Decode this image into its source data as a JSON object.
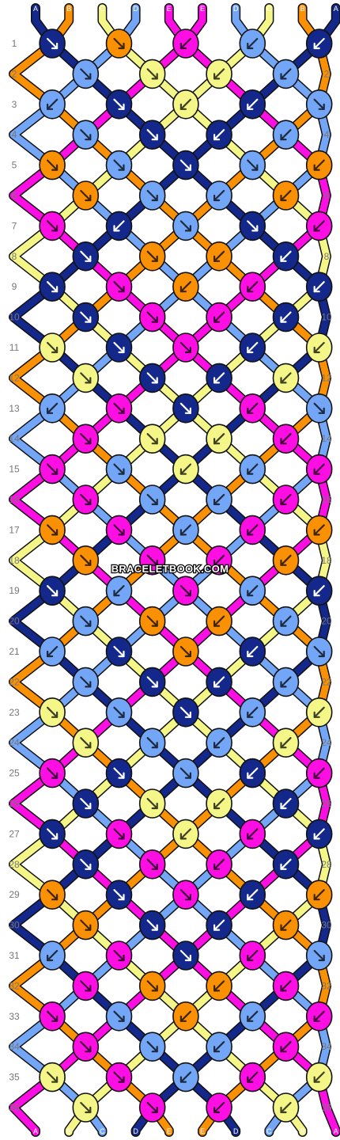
{
  "watermark": "BRACELETBOOK.COM",
  "colors": {
    "A": "#13288a",
    "B": "#fa9105",
    "C": "#f4f688",
    "D": "#74a6f7",
    "E": "#fd0ee3"
  },
  "strands_top": [
    "A",
    "B",
    "C",
    "D",
    "E",
    "E",
    "D",
    "C",
    "B",
    "A"
  ],
  "strands_bottom": [
    "A",
    "B",
    "C",
    "D",
    "E",
    "E",
    "D",
    "C",
    "B",
    "A"
  ],
  "row_labels": [
    "1",
    "2",
    "3",
    "4",
    "5",
    "6",
    "7",
    "8",
    "9",
    "10",
    "11",
    "12",
    "13",
    "14",
    "15",
    "16",
    "17",
    "18",
    "19",
    "20",
    "21",
    "22",
    "23",
    "24",
    "25",
    "26",
    "27",
    "28",
    "29",
    "30",
    "31",
    "32",
    "33",
    "34",
    "35",
    "36"
  ],
  "knots": [
    [
      "A:se",
      "B:se",
      "E:sw",
      "D:sw",
      "A:sw"
    ],
    [
      "D:se",
      "C:se",
      "C:sw",
      "D:sw"
    ],
    [
      "D:sw",
      "A:se",
      "C:sw",
      "A:sw",
      "D:se"
    ],
    [
      "D:se",
      "A:se",
      "A:sw",
      "D:sw"
    ],
    [
      "B:se",
      "D:se",
      "A:se",
      "D:se",
      "B:sw"
    ],
    [
      "B:se",
      "D:se",
      "D:sw",
      "B:sw"
    ],
    [
      "E:se",
      "A:sw",
      "D:se",
      "A:se",
      "E:sw"
    ],
    [
      "A:se",
      "B:se",
      "B:sw",
      "A:sw"
    ],
    [
      "A:se",
      "E:se",
      "B:sw",
      "E:sw",
      "A:sw"
    ],
    [
      "A:se",
      "E:se",
      "E:sw",
      "A:sw"
    ],
    [
      "C:se",
      "A:se",
      "E:se",
      "A:sw",
      "C:sw"
    ],
    [
      "C:se",
      "A:se",
      "A:sw",
      "C:sw"
    ],
    [
      "D:sw",
      "E:se",
      "A:se",
      "E:sw",
      "D:se"
    ],
    [
      "E:se",
      "C:se",
      "C:sw",
      "E:sw"
    ],
    [
      "E:se",
      "D:se",
      "C:sw",
      "D:sw",
      "E:sw"
    ],
    [
      "E:se",
      "D:se",
      "D:sw",
      "E:sw"
    ],
    [
      "B:se",
      "E:se",
      "D:sw",
      "E:sw",
      "B:sw"
    ],
    [
      "B:se",
      "E:se",
      "E:sw",
      "B:sw"
    ],
    [
      "A:se",
      "D:sw",
      "E:se",
      "D:sw",
      "A:sw"
    ],
    [
      "D:se",
      "B:se",
      "B:sw",
      "D:sw"
    ],
    [
      "D:sw",
      "A:se",
      "B:se",
      "A:sw",
      "D:se"
    ],
    [
      "D:se",
      "A:se",
      "A:sw",
      "D:sw"
    ],
    [
      "C:se",
      "D:se",
      "A:se",
      "D:sw",
      "C:sw"
    ],
    [
      "C:se",
      "D:se",
      "D:sw",
      "C:sw"
    ],
    [
      "E:se",
      "A:se",
      "D:se",
      "A:sw",
      "E:sw"
    ],
    [
      "A:se",
      "C:se",
      "C:sw",
      "A:sw"
    ],
    [
      "A:se",
      "E:se",
      "C:sw",
      "E:sw",
      "A:sw"
    ],
    [
      "A:se",
      "E:se",
      "E:sw",
      "A:sw"
    ],
    [
      "B:se",
      "A:se",
      "E:se",
      "A:sw",
      "B:sw"
    ],
    [
      "B:se",
      "A:se",
      "A:sw",
      "B:sw"
    ],
    [
      "D:sw",
      "E:se",
      "A:se",
      "E:sw",
      "D:se"
    ],
    [
      "E:se",
      "B:se",
      "B:sw",
      "E:sw"
    ],
    [
      "E:se",
      "D:se",
      "B:sw",
      "D:sw",
      "E:sw"
    ],
    [
      "E:se",
      "D:se",
      "D:sw",
      "E:sw"
    ],
    [
      "C:se",
      "E:se",
      "D:sw",
      "E:sw",
      "C:sw"
    ],
    [
      "C:se",
      "E:se",
      "E:sw",
      "C:sw"
    ]
  ]
}
